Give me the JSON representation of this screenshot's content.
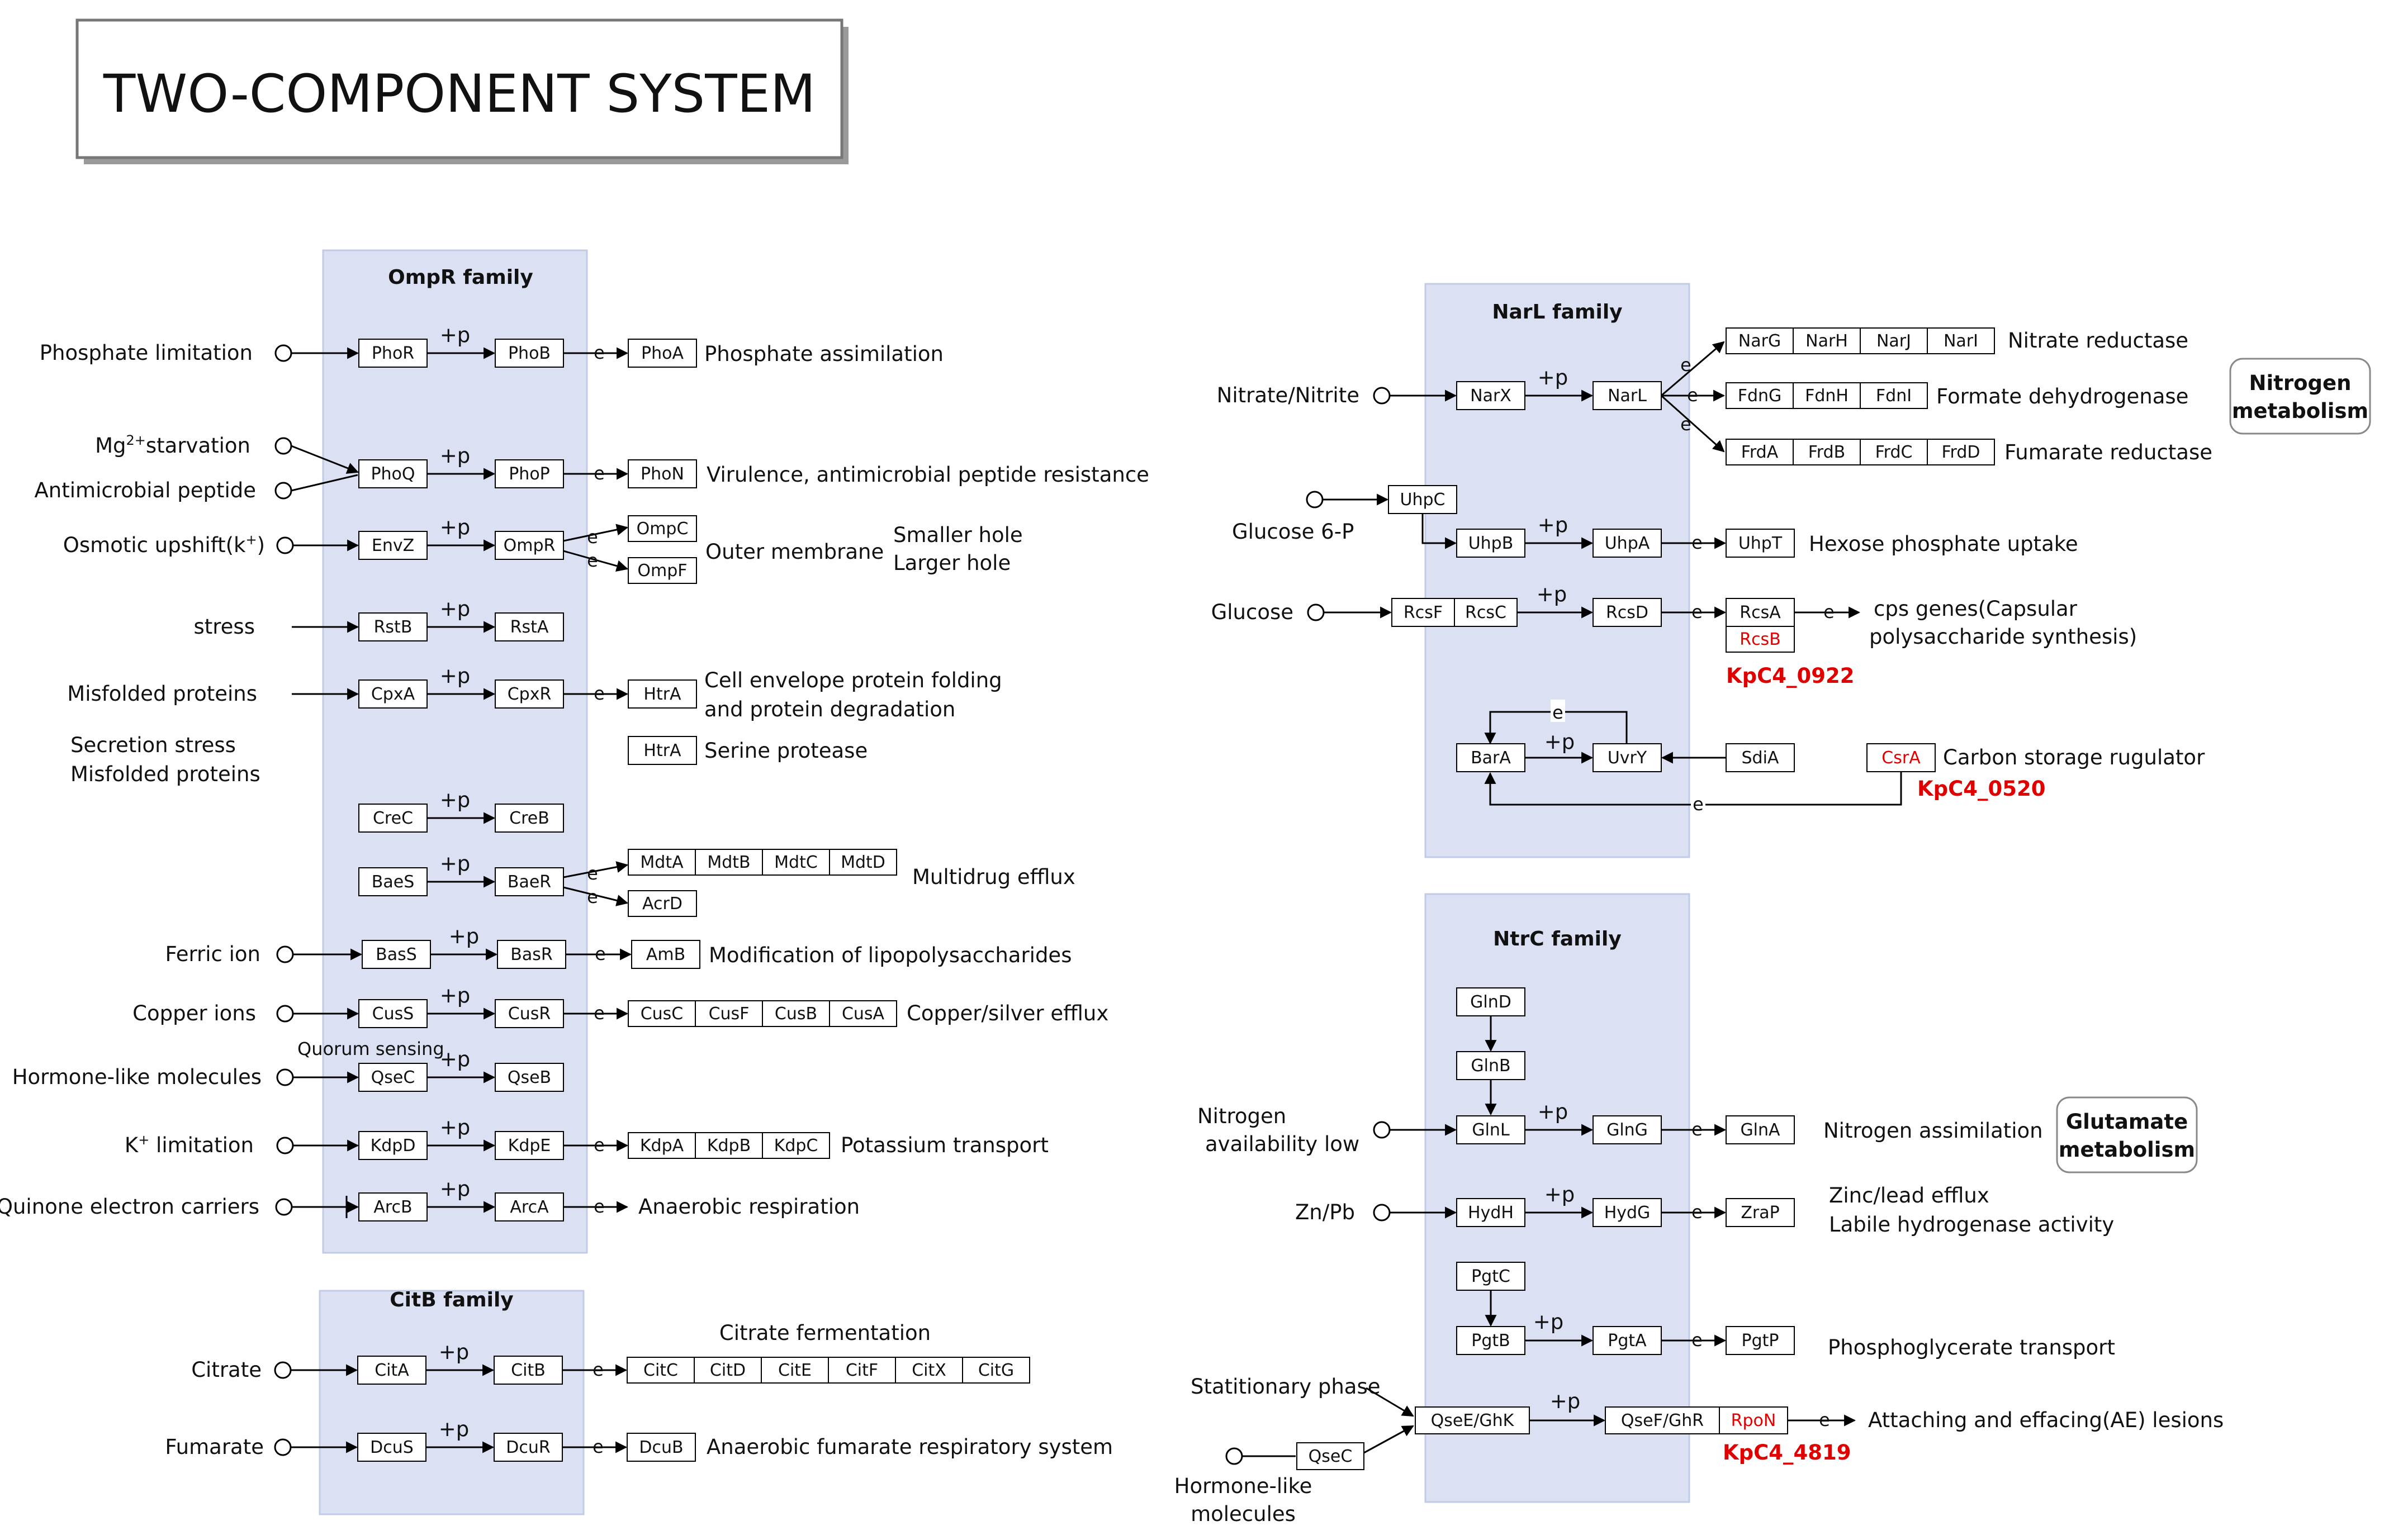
{
  "title": "TWO-COMPONENT SYSTEM",
  "colors": {
    "family_bg": "#dbe1f3",
    "family_border": "#c2cbe6",
    "highlight": "#e00000",
    "line": "#000000"
  },
  "ompr": {
    "label": "OmpR family",
    "p1": {
      "input": "Phosphate limitation",
      "sensor": "PhoR",
      "regulator": "PhoB",
      "targets": [
        "PhoA"
      ],
      "output": "Phosphate assimilation"
    },
    "p2": {
      "input_pre": "Mg",
      "input_sup": "2+",
      "input_post": "starvation",
      "input2": "Antimicrobial peptide",
      "sensor": "PhoQ",
      "regulator": "PhoP",
      "targets": [
        "PhoN"
      ],
      "output": "Virulence, antimicrobial peptide resistance"
    },
    "p3": {
      "input_pre": "Osmotic upshift(k",
      "input_sup": "+",
      "input_post": ")",
      "sensor": "EnvZ",
      "regulator": "OmpR",
      "targets": [
        "OmpC",
        "OmpF"
      ],
      "output": "Outer membrane",
      "note1": "Smaller hole",
      "note2": "Larger hole"
    },
    "p4": {
      "input": "stress",
      "sensor": "RstB",
      "regulator": "RstA"
    },
    "p5": {
      "input": "Misfolded proteins",
      "sensor": "CpxA",
      "regulator": "CpxR",
      "targets": [
        "HtrA"
      ],
      "output1": "Cell envelope protein folding",
      "output2": "and protein degradation"
    },
    "p6": {
      "input1": "Secretion stress",
      "input2": "Misfolded proteins",
      "targets": [
        "HtrA"
      ],
      "output": "Serine protease"
    },
    "p7": {
      "sensor": "CreC",
      "regulator": "CreB"
    },
    "p8": {
      "sensor": "BaeS",
      "regulator": "BaeR",
      "targets": [
        "MdtA",
        "MdtB",
        "MdtC",
        "MdtD"
      ],
      "targets2": [
        "AcrD"
      ],
      "output": "Multidrug efflux"
    },
    "p9": {
      "input": "Ferric ion",
      "sensor": "BasS",
      "regulator": "BasR",
      "targets": [
        "AmB"
      ],
      "output": "Modification of lipopolysaccharides"
    },
    "p10": {
      "input": "Copper ions",
      "sensor": "CusS",
      "regulator": "CusR",
      "targets": [
        "CusC",
        "CusF",
        "CusB",
        "CusA"
      ],
      "output": "Copper/silver efflux"
    },
    "p11": {
      "input": "Hormone-like molecules",
      "note": "Quorum sensing",
      "sensor": "QseC",
      "regulator": "QseB"
    },
    "p12": {
      "input_pre": "K",
      "input_sup": "+",
      "input_post": " limitation",
      "sensor": "KdpD",
      "regulator": "KdpE",
      "targets": [
        "KdpA",
        "KdpB",
        "KdpC"
      ],
      "output": "Potassium transport"
    },
    "p13": {
      "input": "Quinone electron carriers",
      "sensor": "ArcB",
      "regulator": "ArcA",
      "output": "Anaerobic respiration"
    }
  },
  "citb": {
    "label": "CitB family",
    "p1": {
      "input": "Citrate",
      "sensor": "CitA",
      "regulator": "CitB",
      "header": "Citrate fermentation",
      "targets": [
        "CitC",
        "CitD",
        "CitE",
        "CitF",
        "CitX",
        "CitG"
      ]
    },
    "p2": {
      "input": "Fumarate",
      "sensor": "DcuS",
      "regulator": "DcuR",
      "targets": [
        "DcuB"
      ],
      "output": "Anaerobic fumarate respiratory system"
    }
  },
  "narl": {
    "label": "NarL family",
    "p1": {
      "input": "Nitrate/Nitrite",
      "sensor": "NarX",
      "regulator": "NarL",
      "row1": [
        "NarG",
        "NarH",
        "NarJ",
        "NarI"
      ],
      "out1": "Nitrate reductase",
      "row2": [
        "FdnG",
        "FdnH",
        "FdnI"
      ],
      "out2": "Formate  dehydrogenase",
      "row3": [
        "FrdA",
        "FrdB",
        "FrdC",
        "FrdD"
      ],
      "out3": "Fumarate reductase",
      "map": "Nitrogen metabolism"
    },
    "p2": {
      "input": "Glucose 6-P",
      "uhpc": "UhpC",
      "sensor": "UhpB",
      "regulator": "UhpA",
      "targets": [
        "UhpT"
      ],
      "output": "Hexose phosphate uptake"
    },
    "p3": {
      "input": "Glucose",
      "s1": "RcsF",
      "s2": "RcsC",
      "regulator": "RcsD",
      "t1": "RcsA",
      "t2": "RcsB",
      "output1": "cps genes(Capsular",
      "output2": "polysaccharide synthesis)",
      "gene": "KpC4_0922"
    },
    "p4": {
      "sensor": "BarA",
      "regulator": "UvrY",
      "sdia": "SdiA",
      "csra": "CsrA",
      "output": "Carbon storage rugulator",
      "gene": "KpC4_0520"
    }
  },
  "ntrc": {
    "label": "NtrC family",
    "p1": {
      "input1": "Nitrogen",
      "input2": "availability low",
      "glnd": "GlnD",
      "glnb": "GlnB",
      "sensor": "GlnL",
      "regulator": "GlnG",
      "targets": [
        "GlnA"
      ],
      "output": "Nitrogen assimilation",
      "map": "Glutamate metabolism"
    },
    "p2": {
      "input": "Zn/Pb",
      "sensor": "HydH",
      "regulator": "HydG",
      "targets": [
        "ZraP"
      ],
      "output1": "Zinc/lead efflux",
      "output2": "Labile hydrogenase activity"
    },
    "p3": {
      "pgtc": "PgtC",
      "sensor": "PgtB",
      "regulator": "PgtA",
      "targets": [
        "PgtP"
      ],
      "output": "Phosphoglycerate transport"
    },
    "p4": {
      "input1": "Statitionary phase",
      "input2a": "Hormone-like",
      "input2b": "molecules",
      "qsec": "QseC",
      "sensor": "QseE/GhK",
      "regulator": "QseF/GhR",
      "rpon": "RpoN",
      "output": "Attaching and effacing(AE) lesions",
      "gene": "KpC4_4819"
    }
  },
  "labels": {
    "plus_p": "+p",
    "e": "e"
  }
}
